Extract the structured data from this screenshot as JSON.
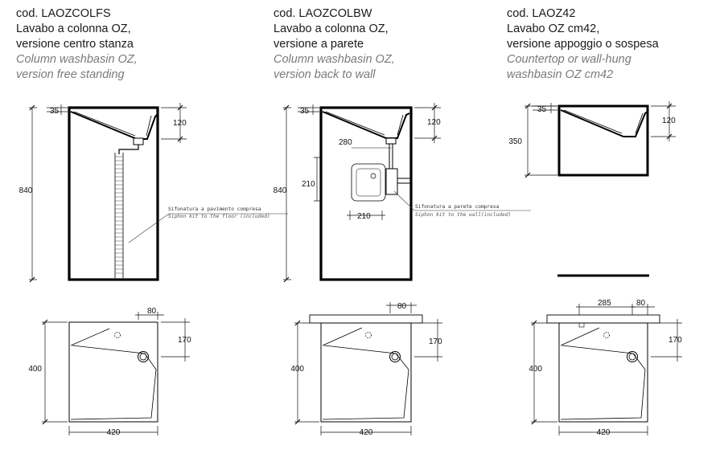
{
  "products": [
    {
      "code": "cod. LAOZCOLFS",
      "it_line1": "Lavabo a colonna OZ,",
      "it_line2": "versione centro stanza",
      "en_line1": "Column washbasin OZ,",
      "en_line2": "version free standing"
    },
    {
      "code": "cod. LAOZCOLBW",
      "it_line1": "Lavabo a colonna OZ,",
      "it_line2": "versione a parete",
      "en_line1": "Column washbasin OZ,",
      "en_line2": "version back to wall"
    },
    {
      "code": "cod. LAOZ42",
      "it_line1": "Lavabo OZ cm42,",
      "it_line2": "versione appoggio o sospesa",
      "en_line1": "Countertop or wall-hung",
      "en_line2": "washbasin OZ cm42"
    }
  ],
  "dimensions": {
    "d35": "35",
    "d120": "120",
    "d840": "840",
    "d280": "280",
    "d210": "210",
    "d350": "350",
    "d80": "80",
    "d170": "170",
    "d400": "400",
    "d420": "420",
    "d285": "285"
  },
  "notes": {
    "floor_it": "Sifonatura a pavimento compresa",
    "floor_en": "Siphon kit to the floor (included)",
    "wall_it": "Sifonatura a parete compresa",
    "wall_en": "Siphon kit to the wall(included)"
  }
}
